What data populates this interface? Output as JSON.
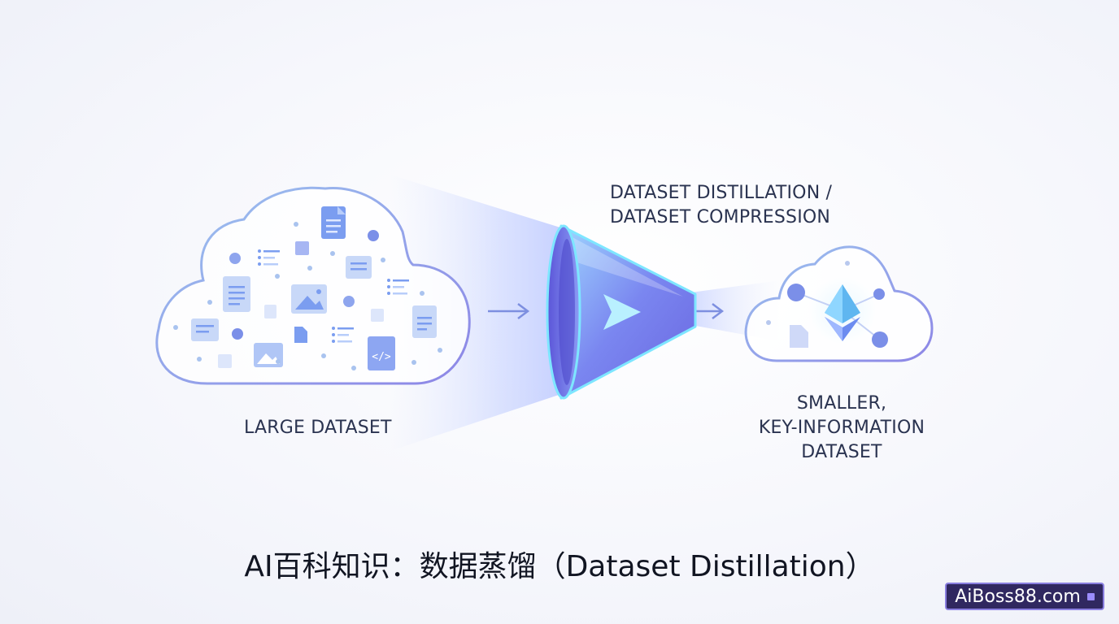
{
  "labels": {
    "large": "LARGE DATASET",
    "process_line1": "DATASET DISTILLATION /",
    "process_line2": "DATASET COMPRESSION",
    "small_line1": "SMALLER,",
    "small_line2": "KEY-INFORMATION",
    "small_line3": "DATASET"
  },
  "caption": "AI百科知识：数据蒸馏（Dataset Distillation）",
  "watermark": {
    "text": "AiBoss88.com"
  },
  "colors": {
    "cloud_stroke": "#8fb0ea",
    "accent": "#6f7ee8",
    "funnel": "#7a86f0",
    "text": "#2a3350"
  },
  "icons": {
    "large_cloud": [
      "document-icon",
      "image-icon",
      "list-icon",
      "code-file-icon",
      "dot-icon"
    ],
    "funnel": "play-icon",
    "small_cloud": "ethereum-diamond-icon"
  }
}
